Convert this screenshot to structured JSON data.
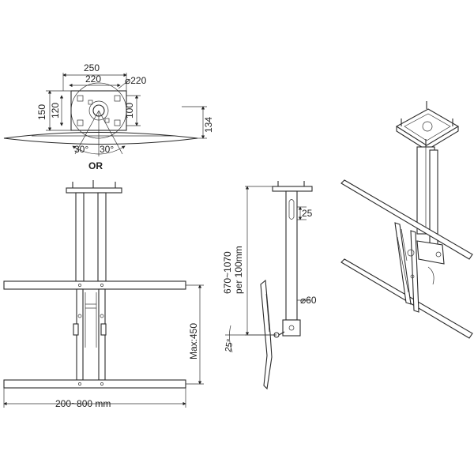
{
  "top_view": {
    "dim_250": "250",
    "dim_220": "220",
    "dim_diam220": "⌀220",
    "dim_150": "150",
    "dim_120": "120",
    "dim_100": "100",
    "dim_134": "134",
    "angle_left": "30°",
    "angle_right": "30°",
    "or_label": "OR"
  },
  "front_view": {
    "dim_width": "200~800  mm",
    "dim_height": "Max:450"
  },
  "side_view": {
    "dim_25": "25",
    "dim_diam60": "⌀60",
    "dim_length": "670~1070",
    "dim_length_note": "per 100mm",
    "tilt": "25°"
  }
}
